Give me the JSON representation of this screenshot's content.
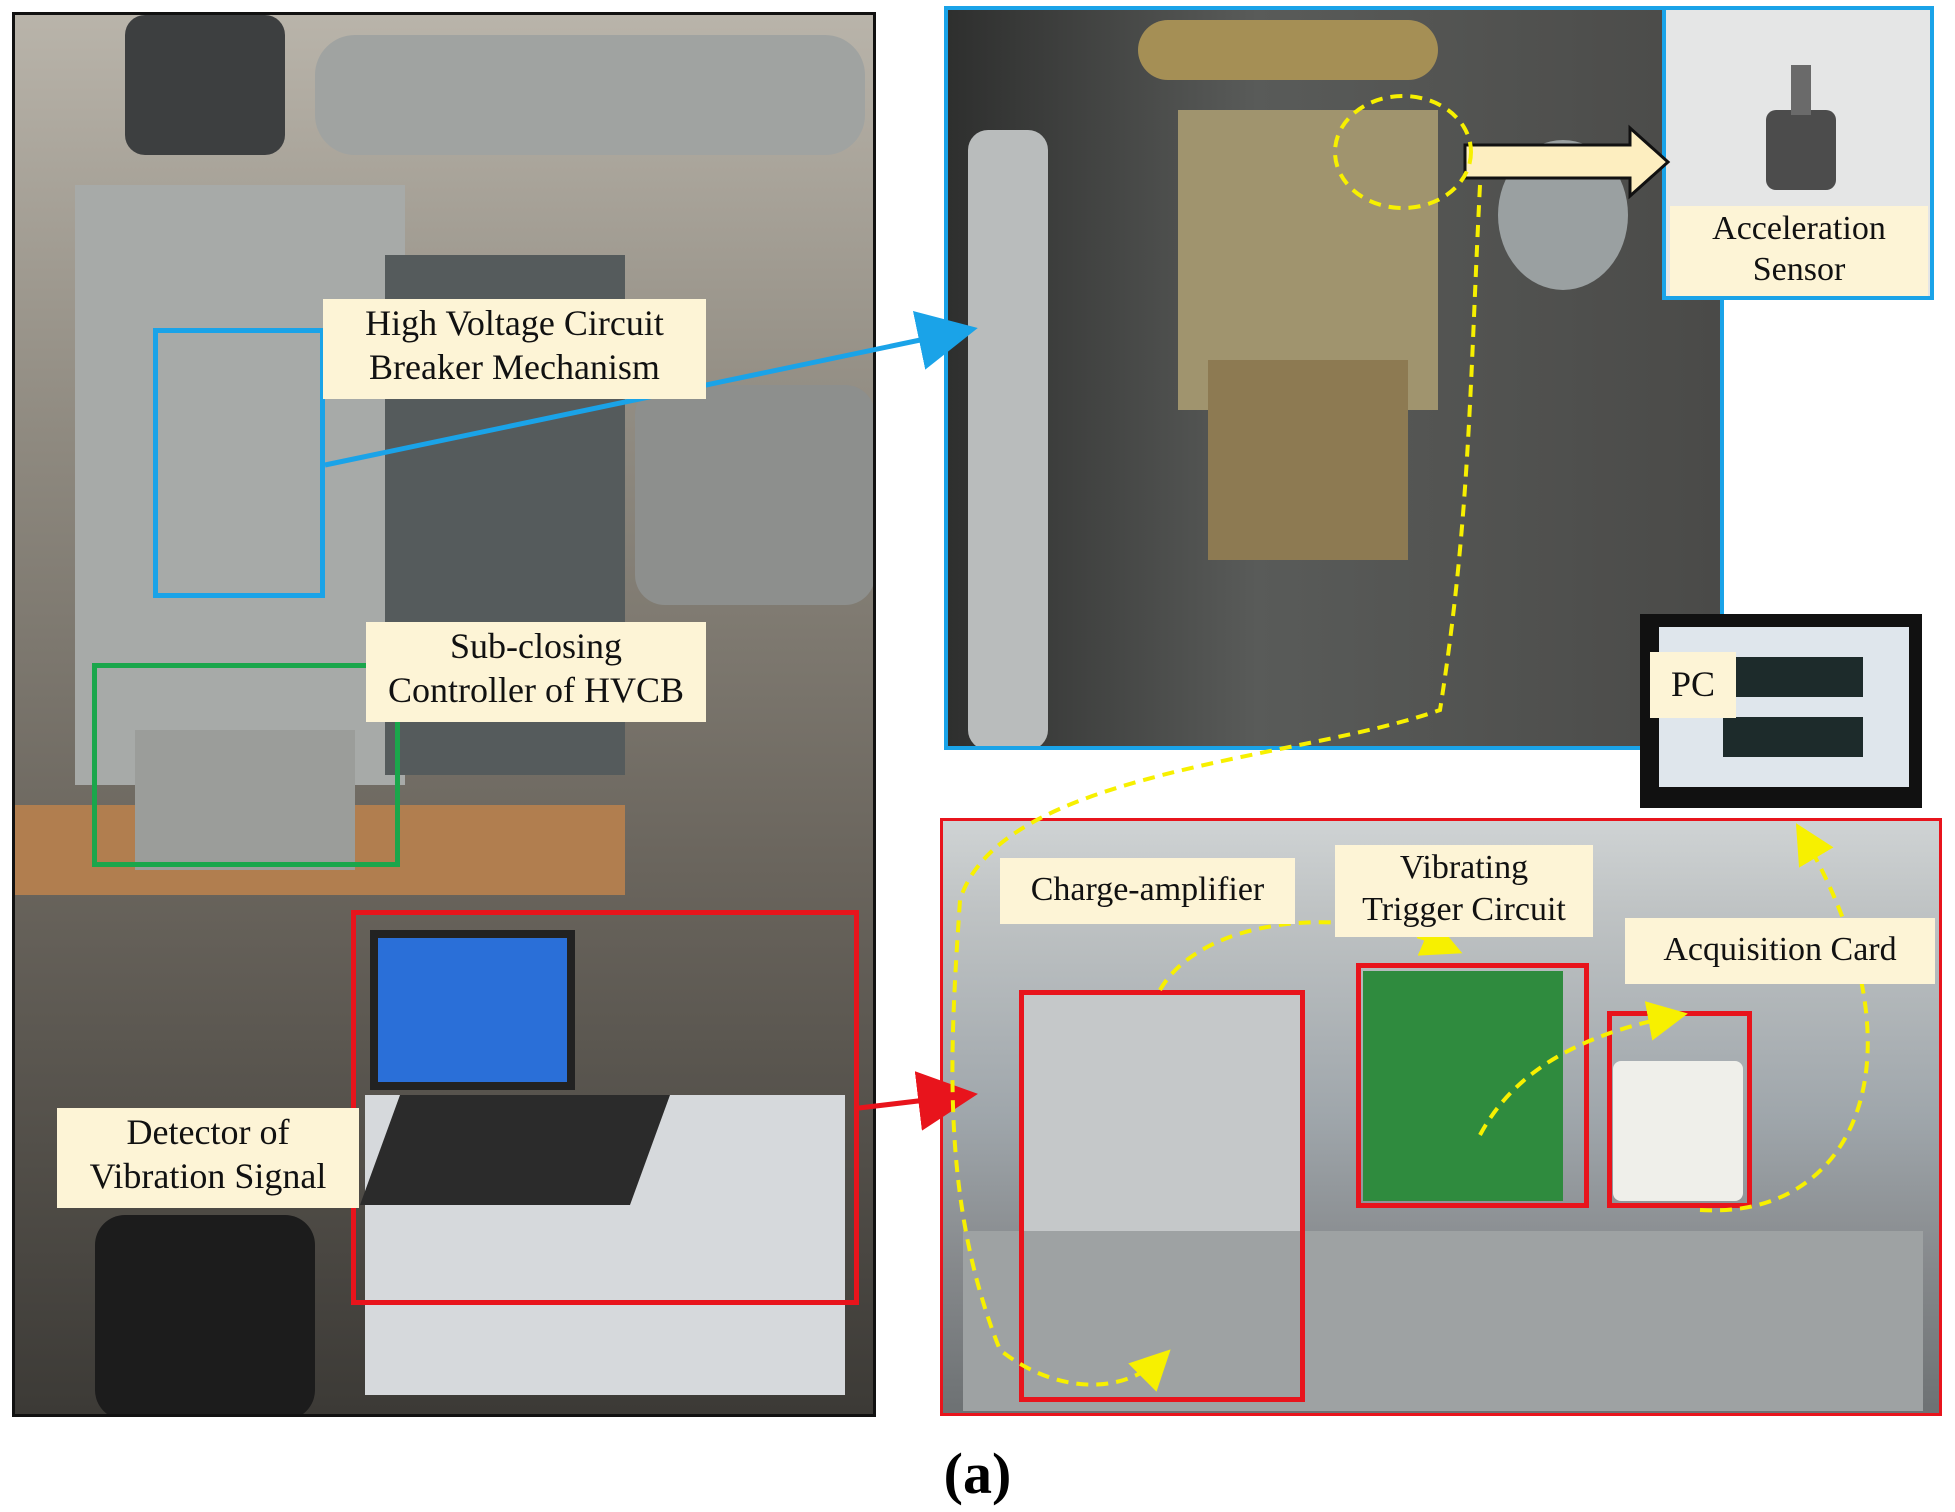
{
  "labels": {
    "hv_line1": "High Voltage Circuit",
    "hv_line2": "Breaker Mechanism",
    "sub_line1": "Sub-closing",
    "sub_line2": "Controller of HVCB",
    "det_line1": "Detector of",
    "det_line2": "Vibration Signal",
    "accel_line1": "Acceleration",
    "accel_line2": "Sensor",
    "pc": "PC",
    "charge_amp": "Charge-amplifier",
    "vib_line1": "Vibrating",
    "vib_line2": "Trigger Circuit",
    "acq_card": "Acquisition Card"
  },
  "caption": "(a)",
  "colors": {
    "blue": "#1aa3e8",
    "green": "#1aa64b",
    "red": "#e8141c",
    "yellow": "#f7f000",
    "label_bg": "#fdf4d6"
  }
}
